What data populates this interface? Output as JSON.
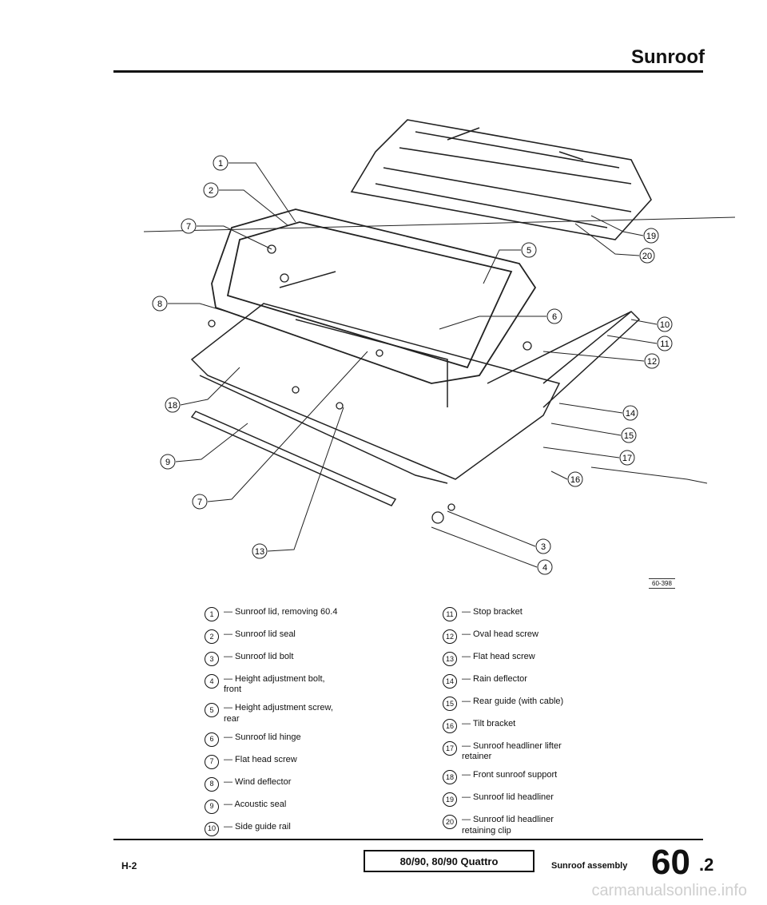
{
  "header": {
    "title": "Sunroof"
  },
  "diagram": {
    "callouts": [
      "1",
      "2",
      "7",
      "8",
      "18",
      "9",
      "7",
      "13",
      "5",
      "6",
      "19",
      "20",
      "10",
      "11",
      "12",
      "14",
      "15",
      "17",
      "16",
      "3",
      "4"
    ],
    "figure_ref": "60-398"
  },
  "legend": {
    "left": [
      {
        "num": "1",
        "text": "— Sunroof lid, removing 60.4"
      },
      {
        "num": "2",
        "text": "— Sunroof lid seal"
      },
      {
        "num": "3",
        "text": "— Sunroof lid bolt"
      },
      {
        "num": "4",
        "text": "— Height adjustment bolt,\nfront"
      },
      {
        "num": "5",
        "text": "— Height adjustment screw,\nrear"
      },
      {
        "num": "6",
        "text": "— Sunroof lid hinge"
      },
      {
        "num": "7",
        "text": "— Flat head screw"
      },
      {
        "num": "8",
        "text": "— Wind deflector"
      },
      {
        "num": "9",
        "text": "— Acoustic seal"
      },
      {
        "num": "10",
        "text": "— Side guide rail"
      }
    ],
    "right": [
      {
        "num": "11",
        "text": "— Stop bracket"
      },
      {
        "num": "12",
        "text": "— Oval head screw"
      },
      {
        "num": "13",
        "text": "— Flat head screw"
      },
      {
        "num": "14",
        "text": "— Rain deflector"
      },
      {
        "num": "15",
        "text": "— Rear guide (with cable)"
      },
      {
        "num": "16",
        "text": "— Tilt bracket"
      },
      {
        "num": "17",
        "text": "— Sunroof headliner lifter\nretainer"
      },
      {
        "num": "18",
        "text": "— Front sunroof support"
      },
      {
        "num": "19",
        "text": "— Sunroof lid headliner"
      },
      {
        "num": "20",
        "text": "— Sunroof lid headliner\nretaining clip"
      }
    ]
  },
  "footer": {
    "left_code": "H-2",
    "model": "80/90, 80/90 Quattro",
    "section": "Sunroof assembly",
    "page_main": "60",
    "page_sub": ".2"
  },
  "watermark": "carmanualsonline.info"
}
